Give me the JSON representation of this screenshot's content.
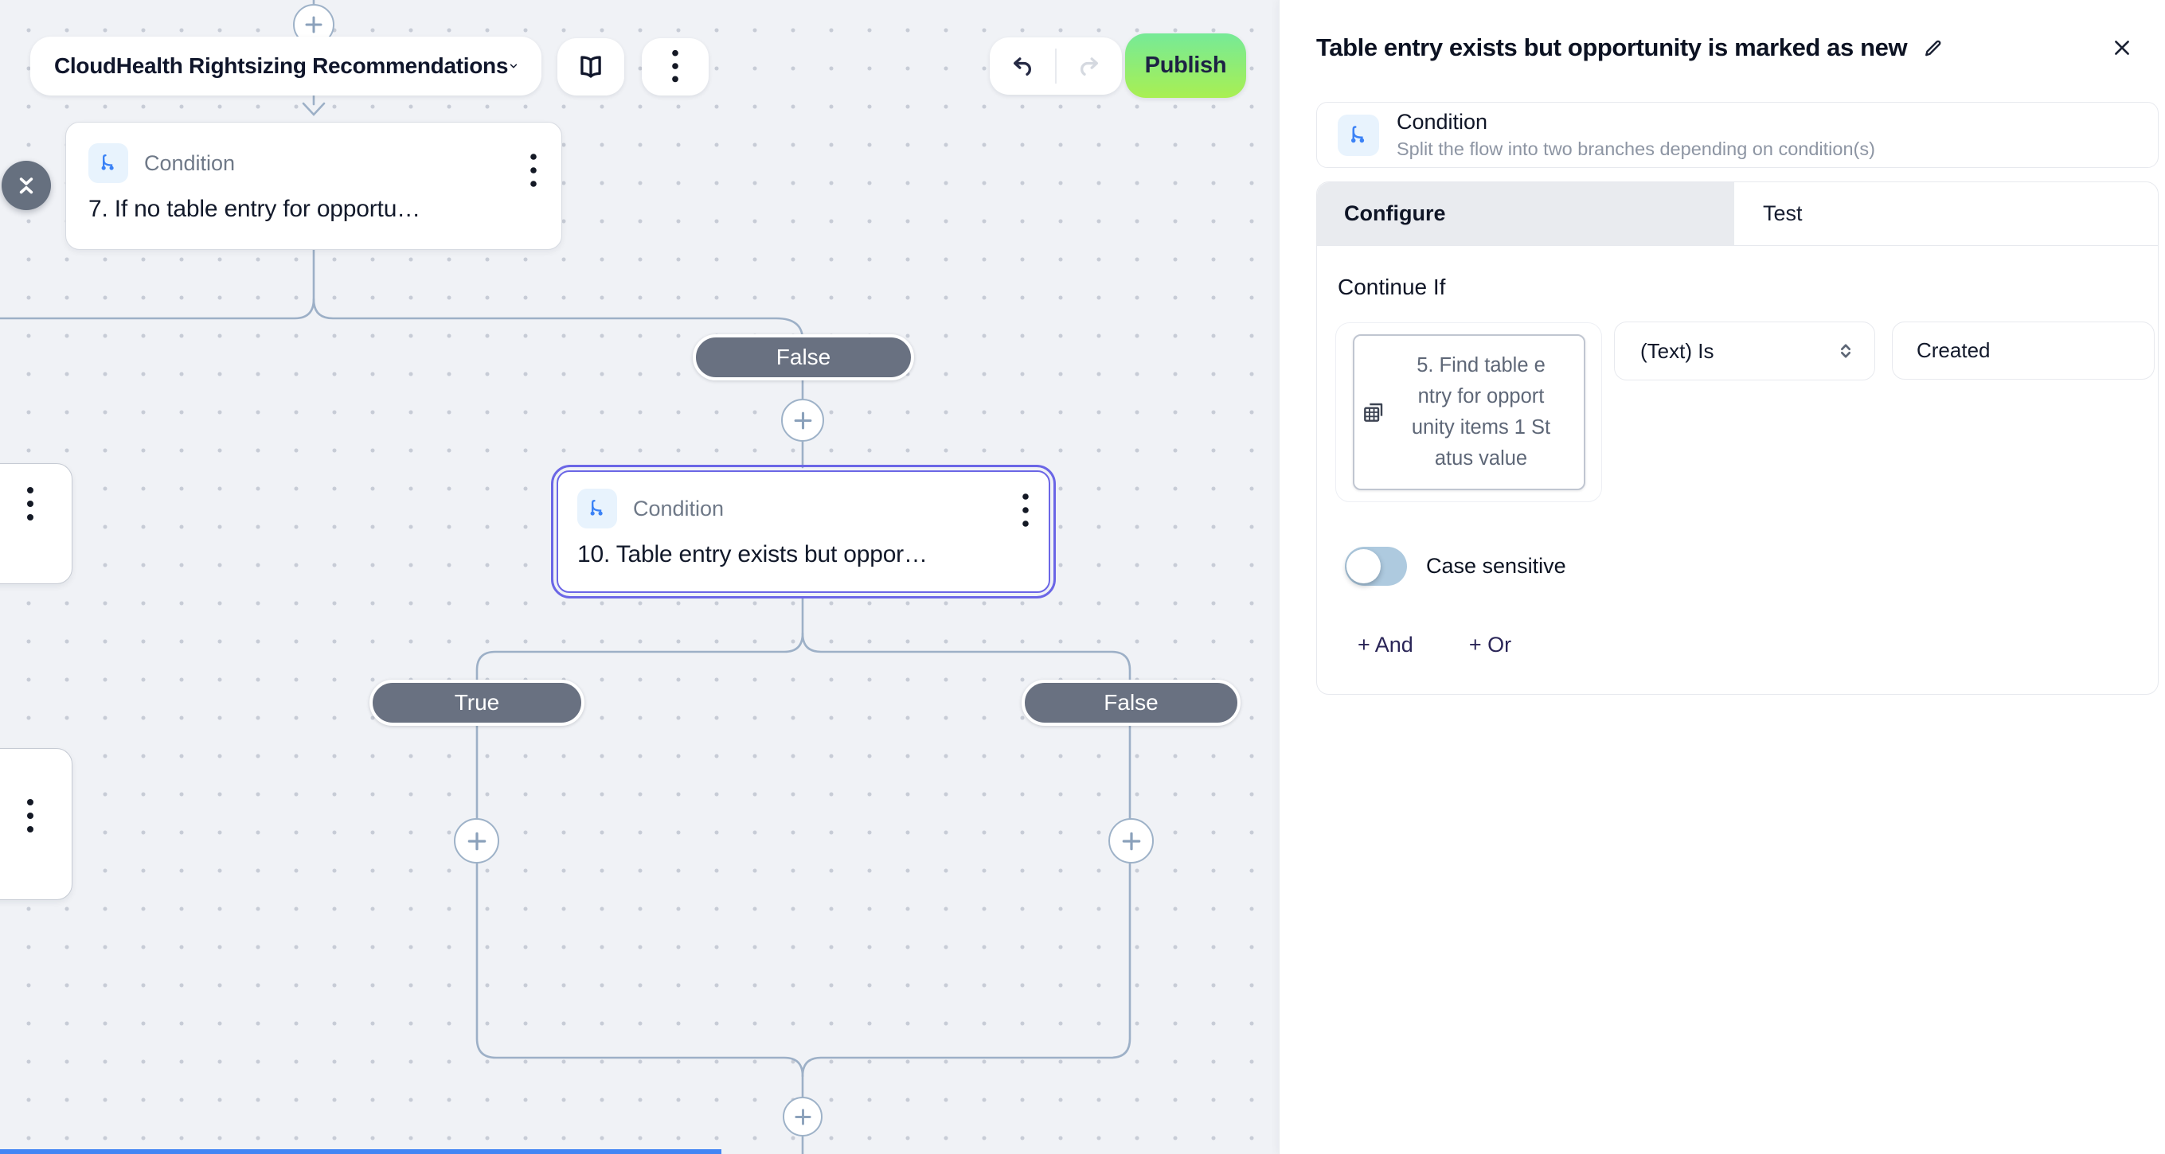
{
  "toolbar": {
    "workflow_selector": "CloudHealth Rightsizing Recommendations",
    "publish_label": "Publish"
  },
  "canvas": {
    "nodes": [
      {
        "type_label": "Condition",
        "title": "7. If no table entry for opportu…",
        "selected": false
      },
      {
        "type_label": "Condition",
        "title": "10. Table entry exists but oppor…",
        "selected": true
      }
    ],
    "badges": [
      {
        "label": "False"
      },
      {
        "label": "True"
      },
      {
        "label": "False"
      }
    ]
  },
  "panel": {
    "title": "Table entry exists but opportunity is marked as new",
    "block": {
      "title": "Condition",
      "subtitle": "Split the flow into two branches depending on condition(s)"
    },
    "tabs": [
      {
        "label": "Configure",
        "active": true
      },
      {
        "label": "Test",
        "active": false
      }
    ],
    "section_heading": "Continue If",
    "condition_row": {
      "field_chip_full": "5. Find table entry for opportunity items 1 Status value",
      "field_chip_lines": [
        "5. Find table e",
        "ntry for opport",
        "unity items 1 St",
        "atus value"
      ],
      "operator": "(Text) Is",
      "value": "Created"
    },
    "case_sensitive_label": "Case sensitive",
    "case_sensitive_on": false,
    "and_label": "+ And",
    "or_label": "+ Or"
  },
  "colors": {
    "accent_selected": "#6b66e6",
    "branch_icon": "#3b82f6",
    "badge": "#697181",
    "connector": "#9db0c7",
    "publish_gradient_top": "#76ea97",
    "publish_gradient_bottom": "#a9ef52",
    "toggle_off_track": "#aecadf",
    "bottom_bar": "#4285f4"
  }
}
